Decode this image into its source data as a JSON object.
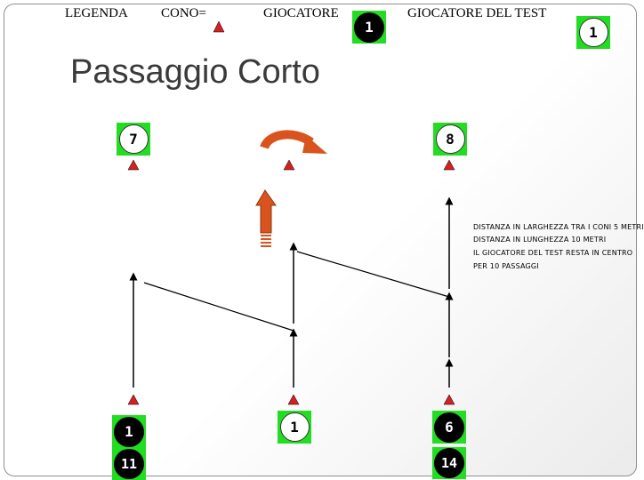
{
  "legend": {
    "legend_label": "LEGENDA",
    "cone_label": "CONO=",
    "player_label": "GIOCATORE",
    "test_player_label": "GIOCATORE DEL TEST",
    "player_number": "1",
    "test_player_number": "1"
  },
  "title": "Passaggio Corto",
  "players": {
    "p7": "7",
    "p8": "8",
    "p1_left": "1",
    "p11": "11",
    "p1_center": "1",
    "p6": "6",
    "p14": "14"
  },
  "notes": [
    "DISTANZA IN LARGHEZZA TRA I CONI 5 METRI",
    "DISTANZA IN LUNGHEZZA 10 METRI",
    "IL GIOCATORE DEL TEST RESTA IN CENTRO",
    "PER 10 PASSAGGI"
  ],
  "colors": {
    "cone": "#d32020",
    "token_background": "#22dd22",
    "arrow_orange": "#d9531e"
  }
}
